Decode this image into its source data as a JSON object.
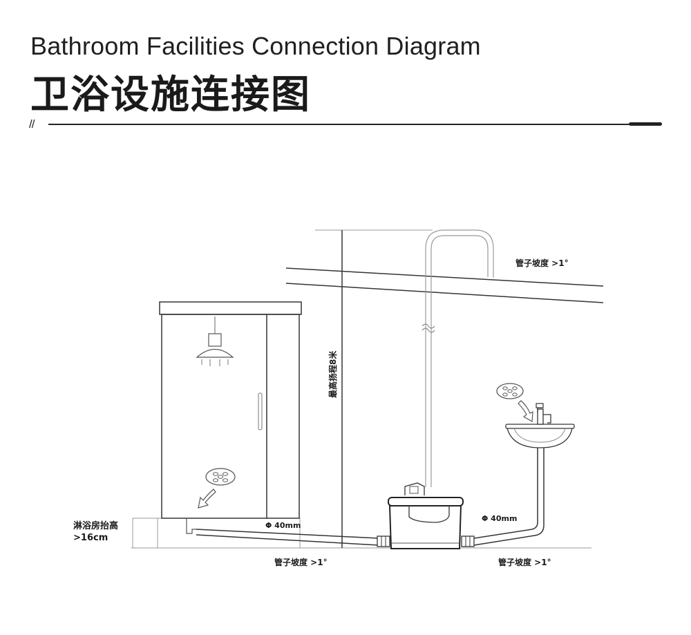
{
  "header": {
    "title_en": "Bathroom Facilities Connection Diagram",
    "title_cn": "卫浴设施连接图",
    "divider_mark": "//"
  },
  "labels": {
    "slope_top": "管子坡度 >1°",
    "slope_bottom_left": "管子坡度 >1°",
    "slope_bottom_right": "管子坡度 >1°",
    "max_head": "最高扬程8米",
    "pipe_dia_left": "Φ 40mm",
    "pipe_dia_right": "Φ 40mm",
    "shower_raise_line1": "淋浴房抬高",
    "shower_raise_line2": ">16cm"
  },
  "colors": {
    "line": "#333333",
    "light_line": "#9a9a9a",
    "text": "#1a1a1a"
  },
  "icons": [
    "shower-head-icon",
    "floor-drain-icon",
    "faucet-icon",
    "basin-icon",
    "pump-unit-icon",
    "curved-arrow-icon"
  ]
}
